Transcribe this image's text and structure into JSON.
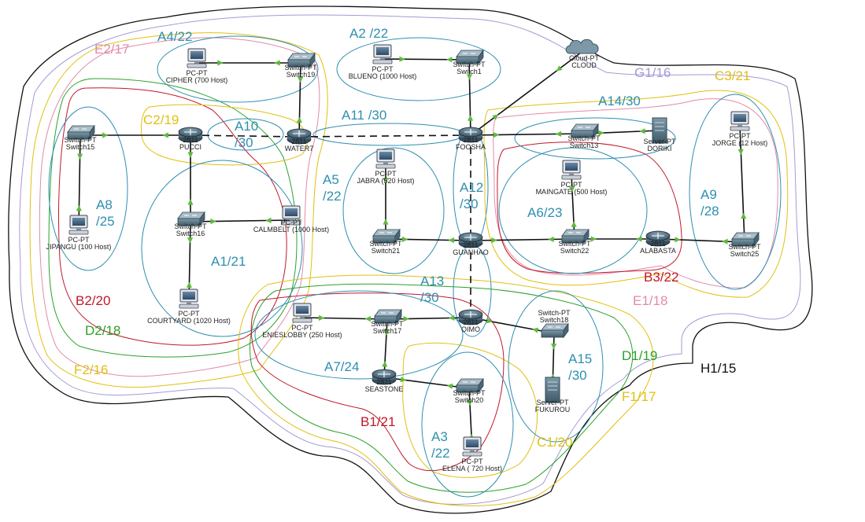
{
  "colors": {
    "cyan": "#2e8fb0",
    "red": "#c0182b",
    "green": "#2aa12a",
    "yellow": "#e0c010",
    "pink": "#e48aa8",
    "lavender": "#a59ad6",
    "orange": "#e8a020",
    "black": "#111111",
    "link": "#111111",
    "arrow": "#5cbb3a"
  },
  "devices": [
    {
      "id": "pc_cipher",
      "kind": "pc",
      "line1": "PC-PT",
      "line2": "CIPHER (700 Host)"
    },
    {
      "id": "sw19",
      "kind": "switch",
      "line1": "Switch-PT",
      "line2": "Switch19"
    },
    {
      "id": "pc_blueno",
      "kind": "pc",
      "line1": "PC-PT",
      "line2": "BLUENO (1000 Host)"
    },
    {
      "id": "sw1",
      "kind": "switch",
      "line1": "Switch-PT",
      "line2": "Switch1"
    },
    {
      "id": "cloud",
      "kind": "cloud",
      "line1": "Cloud-PT",
      "line2": "CLOUD"
    },
    {
      "id": "sw15",
      "kind": "switch",
      "line1": "Switch-PT",
      "line2": "Switch15"
    },
    {
      "id": "r_pucci",
      "kind": "router",
      "line1": "2811",
      "line2": "PUCCI"
    },
    {
      "id": "r_water7",
      "kind": "router",
      "line1": "2811",
      "line2": "WATER7"
    },
    {
      "id": "r_foosha",
      "kind": "router",
      "line1": "2811",
      "line2": "FOOSHA"
    },
    {
      "id": "sw13",
      "kind": "switch",
      "line1": "Switch-PT",
      "line2": "Switch13"
    },
    {
      "id": "srv_doriki",
      "kind": "server",
      "line1": "Server-PT",
      "line2": "DORIKI"
    },
    {
      "id": "pc_jorge",
      "kind": "pc",
      "line1": "PC-PT",
      "line2": "JORGE (12 Host)"
    },
    {
      "id": "pc_jabra",
      "kind": "pc",
      "line1": "PC-PT",
      "line2": "JABRA (520 Host)"
    },
    {
      "id": "pc_maingate",
      "kind": "pc",
      "line1": "PC-PT",
      "line2": "MAINGATE (500 Host)"
    },
    {
      "id": "pc_jipangu",
      "kind": "pc",
      "line1": "PC-PT",
      "line2": "JIPANGU (100 Host)"
    },
    {
      "id": "sw16",
      "kind": "switch",
      "line1": "Switch-PT",
      "line2": "Switch16"
    },
    {
      "id": "pc_calmbelt",
      "kind": "pc",
      "line1": "PC-PT",
      "line2": "CALMBELT (1000 Host)"
    },
    {
      "id": "sw21",
      "kind": "switch",
      "line1": "Switch-PT",
      "line2": "Switch21"
    },
    {
      "id": "r_guanhao",
      "kind": "router",
      "line1": "2811",
      "line2": "GUANHAO"
    },
    {
      "id": "sw22",
      "kind": "switch",
      "line1": "Switch-PT",
      "line2": "Switch22"
    },
    {
      "id": "r_alabasta",
      "kind": "router",
      "line1": "2811",
      "line2": "ALABASTA"
    },
    {
      "id": "sw25",
      "kind": "switch",
      "line1": "Switch-PT",
      "line2": "Switch25"
    },
    {
      "id": "pc_courtyard",
      "kind": "pc",
      "line1": "PC-PT",
      "line2": "COURTYARD (1020 Host)"
    },
    {
      "id": "pc_enieslobby",
      "kind": "pc",
      "line1": "PC-PT",
      "line2": "ENIESLOBBY (250 Host)"
    },
    {
      "id": "sw17",
      "kind": "switch",
      "line1": "Switch-PT",
      "line2": "Switch17"
    },
    {
      "id": "r_oimo",
      "kind": "router",
      "line1": "2811",
      "line2": "OIMO"
    },
    {
      "id": "sw18",
      "kind": "switch",
      "line1": "Switch-PT",
      "line2": "Switch18"
    },
    {
      "id": "r_seastone",
      "kind": "router",
      "line1": "2811",
      "line2": "SEASTONE"
    },
    {
      "id": "sw20",
      "kind": "switch",
      "line1": "Switch-PT",
      "line2": "Switch20"
    },
    {
      "id": "srv_fukurou",
      "kind": "server",
      "line1": "Server-PT",
      "line2": "FUKUROU"
    },
    {
      "id": "pc_elena",
      "kind": "pc",
      "line1": "PC-PT",
      "line2": "ELENA ( 720 Host)"
    }
  ],
  "links": [
    {
      "from": "pc_cipher",
      "to": "sw19",
      "dashed": false
    },
    {
      "from": "sw19",
      "to": "r_water7",
      "dashed": false
    },
    {
      "from": "pc_blueno",
      "to": "sw1",
      "dashed": false
    },
    {
      "from": "sw1",
      "to": "r_foosha",
      "dashed": false
    },
    {
      "from": "r_foosha",
      "to": "cloud",
      "dashed": false
    },
    {
      "from": "sw15",
      "to": "r_pucci",
      "dashed": false
    },
    {
      "from": "r_pucci",
      "to": "r_water7",
      "dashed": true
    },
    {
      "from": "r_water7",
      "to": "r_foosha",
      "dashed": true
    },
    {
      "from": "r_foosha",
      "to": "sw13",
      "dashed": false
    },
    {
      "from": "sw13",
      "to": "srv_doriki",
      "dashed": false
    },
    {
      "from": "sw15",
      "to": "pc_jipangu",
      "dashed": false
    },
    {
      "from": "r_pucci",
      "to": "sw16",
      "dashed": false
    },
    {
      "from": "sw16",
      "to": "pc_calmbelt",
      "dashed": false
    },
    {
      "from": "sw16",
      "to": "pc_courtyard",
      "dashed": false
    },
    {
      "from": "pc_jabra",
      "to": "sw21",
      "dashed": false
    },
    {
      "from": "sw21",
      "to": "r_guanhao",
      "dashed": false
    },
    {
      "from": "r_foosha",
      "to": "r_guanhao",
      "dashed": true
    },
    {
      "from": "r_guanhao",
      "to": "sw22",
      "dashed": false
    },
    {
      "from": "pc_maingate",
      "to": "sw22",
      "dashed": false
    },
    {
      "from": "sw22",
      "to": "r_alabasta",
      "dashed": false
    },
    {
      "from": "r_alabasta",
      "to": "sw25",
      "dashed": false
    },
    {
      "from": "sw25",
      "to": "pc_jorge",
      "dashed": false
    },
    {
      "from": "r_guanhao",
      "to": "r_oimo",
      "dashed": true
    },
    {
      "from": "pc_enieslobby",
      "to": "sw17",
      "dashed": false
    },
    {
      "from": "sw17",
      "to": "r_oimo",
      "dashed": false
    },
    {
      "from": "sw17",
      "to": "r_seastone",
      "dashed": false
    },
    {
      "from": "r_seastone",
      "to": "sw20",
      "dashed": false
    },
    {
      "from": "sw20",
      "to": "pc_elena",
      "dashed": false
    },
    {
      "from": "r_oimo",
      "to": "sw18",
      "dashed": false
    },
    {
      "from": "sw18",
      "to": "srv_fukurou",
      "dashed": false
    }
  ],
  "subnets": [
    {
      "id": "a4",
      "lines": [
        "A4/22"
      ],
      "color": "cyan"
    },
    {
      "id": "a2",
      "lines": [
        "A2 /22"
      ],
      "color": "cyan"
    },
    {
      "id": "e2",
      "lines": [
        "E2/17"
      ],
      "color": "pink"
    },
    {
      "id": "g1",
      "lines": [
        "G1/16"
      ],
      "color": "lavender"
    },
    {
      "id": "c3",
      "lines": [
        "C3/21"
      ],
      "color": "yellow"
    },
    {
      "id": "a14",
      "lines": [
        "A14/30"
      ],
      "color": "cyan"
    },
    {
      "id": "h1",
      "lines": [
        "H1/15"
      ],
      "color": "black"
    },
    {
      "id": "c2",
      "lines": [
        "C2/19"
      ],
      "color": "yellow"
    },
    {
      "id": "a10",
      "lines": [
        "A10",
        "/30"
      ],
      "color": "cyan"
    },
    {
      "id": "a11",
      "lines": [
        "A11 /30"
      ],
      "color": "cyan"
    },
    {
      "id": "a5",
      "lines": [
        "A5",
        "/22"
      ],
      "color": "cyan"
    },
    {
      "id": "a12",
      "lines": [
        "A12",
        "/30"
      ],
      "color": "cyan"
    },
    {
      "id": "a6",
      "lines": [
        "A6/23"
      ],
      "color": "cyan"
    },
    {
      "id": "a9",
      "lines": [
        "A9",
        "/28"
      ],
      "color": "cyan"
    },
    {
      "id": "a8",
      "lines": [
        "A8",
        "/25"
      ],
      "color": "cyan"
    },
    {
      "id": "a1",
      "lines": [
        "A1/21"
      ],
      "color": "cyan"
    },
    {
      "id": "b3",
      "lines": [
        "B3/22"
      ],
      "color": "red"
    },
    {
      "id": "e1",
      "lines": [
        "E1/18"
      ],
      "color": "pink"
    },
    {
      "id": "a13",
      "lines": [
        "A13",
        "/30"
      ],
      "color": "cyan"
    },
    {
      "id": "b2",
      "lines": [
        "B2/20"
      ],
      "color": "red"
    },
    {
      "id": "d2",
      "lines": [
        "D2/18"
      ],
      "color": "green"
    },
    {
      "id": "a7",
      "lines": [
        "A7/24"
      ],
      "color": "cyan"
    },
    {
      "id": "a15",
      "lines": [
        "A15",
        "/30"
      ],
      "color": "cyan"
    },
    {
      "id": "d1",
      "lines": [
        "D1/19"
      ],
      "color": "green"
    },
    {
      "id": "f2",
      "lines": [
        "F2/16"
      ],
      "color": "yellow"
    },
    {
      "id": "f1",
      "lines": [
        "F1/17"
      ],
      "color": "yellow"
    },
    {
      "id": "b1",
      "lines": [
        "B1/21"
      ],
      "color": "red"
    },
    {
      "id": "c1",
      "lines": [
        "C1/20"
      ],
      "color": "yellow"
    },
    {
      "id": "a3",
      "lines": [
        "A3",
        "/22"
      ],
      "color": "cyan"
    }
  ]
}
